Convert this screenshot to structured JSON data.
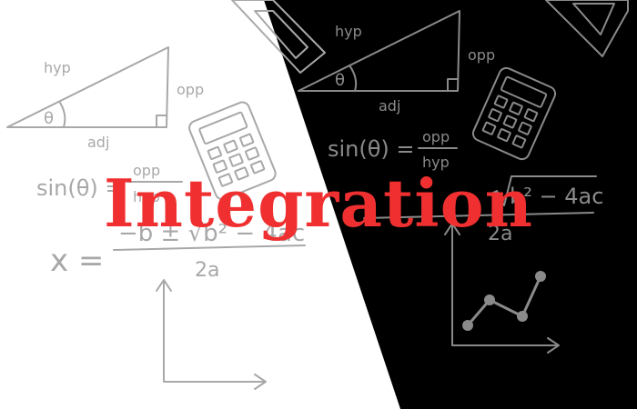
{
  "title": "Integration",
  "colors": {
    "left_bg": "#ffffff",
    "right_bg": "#000000",
    "left_ink": "#a8a8a8",
    "right_ink": "#8a8a8a",
    "title": "#f03030"
  },
  "left": {
    "triangle": {
      "hyp": "hyp",
      "opp": "opp",
      "adj": "adj",
      "angle": "θ"
    },
    "sine_lhs": "sin(θ) =",
    "sine_num": "opp",
    "sine_den": "hyp",
    "quadratic_lhs": "x =",
    "quadratic_num": "−b ± √b² − 4ac",
    "quadratic_den": "2a"
  },
  "right": {
    "triangle": {
      "hyp": "hyp",
      "opp": "opp",
      "adj": "adj",
      "angle": "θ"
    },
    "sine_lhs": "sin(θ) =",
    "sine_num": "opp",
    "sine_den": "hyp",
    "quadratic_num_tail": "b² − 4ac",
    "quadratic_den": "2a"
  },
  "icons": [
    "triangle-diagram-icon",
    "calculator-icon",
    "set-square-icon",
    "graph-axes-icon",
    "line-graph-icon"
  ]
}
